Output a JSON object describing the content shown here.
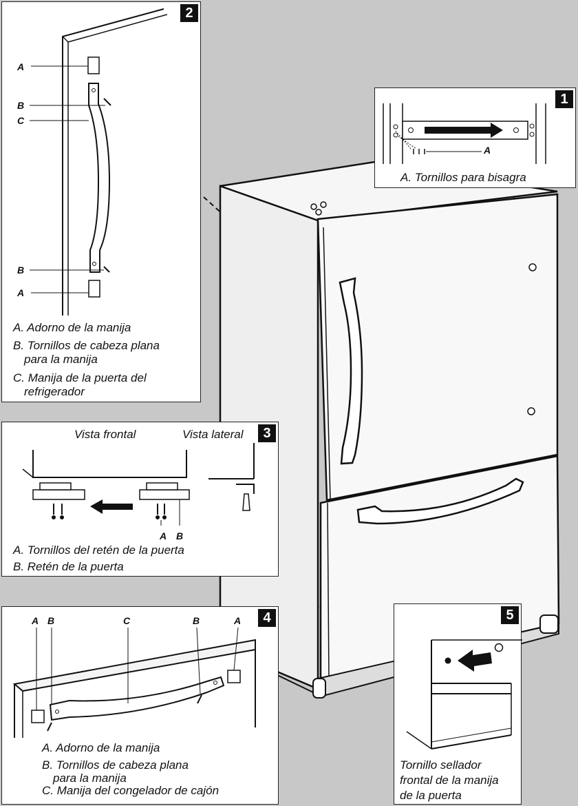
{
  "panel1": {
    "number": "1",
    "label_a": "A",
    "caption": "A. Tornillos para bisagra"
  },
  "panel2": {
    "number": "2",
    "labels": {
      "a1": "A",
      "b1": "B",
      "c": "C",
      "b2": "B",
      "a2": "A"
    },
    "captions": [
      "A. Adorno de la manija",
      "B. Tornillos de cabeza plana",
      "para la manija",
      "C. Manija de la puerta del",
      "refrigerador"
    ]
  },
  "panel3": {
    "number": "3",
    "view_front": "Vista frontal",
    "view_side": "Vista lateral",
    "label_a": "A",
    "label_b": "B",
    "captions": [
      "A. Tornillos del retén de la puerta",
      "B. Retén de la puerta"
    ]
  },
  "panel4": {
    "number": "4",
    "labels": [
      "A",
      "B",
      "C",
      "B",
      "A"
    ],
    "captions": [
      "A. Adorno de la manija",
      "B. Tornillos de cabeza plana",
      "para la manija",
      "C. Manija del congelador de cajón"
    ]
  },
  "panel5": {
    "number": "5",
    "captions": [
      "Tornillo sellador",
      "frontal de la manija",
      "de la puerta"
    ]
  },
  "colors": {
    "background": "#c8c8c8",
    "panel": "#ffffff",
    "line": "#111111",
    "fridge": "#f4f4f4"
  }
}
